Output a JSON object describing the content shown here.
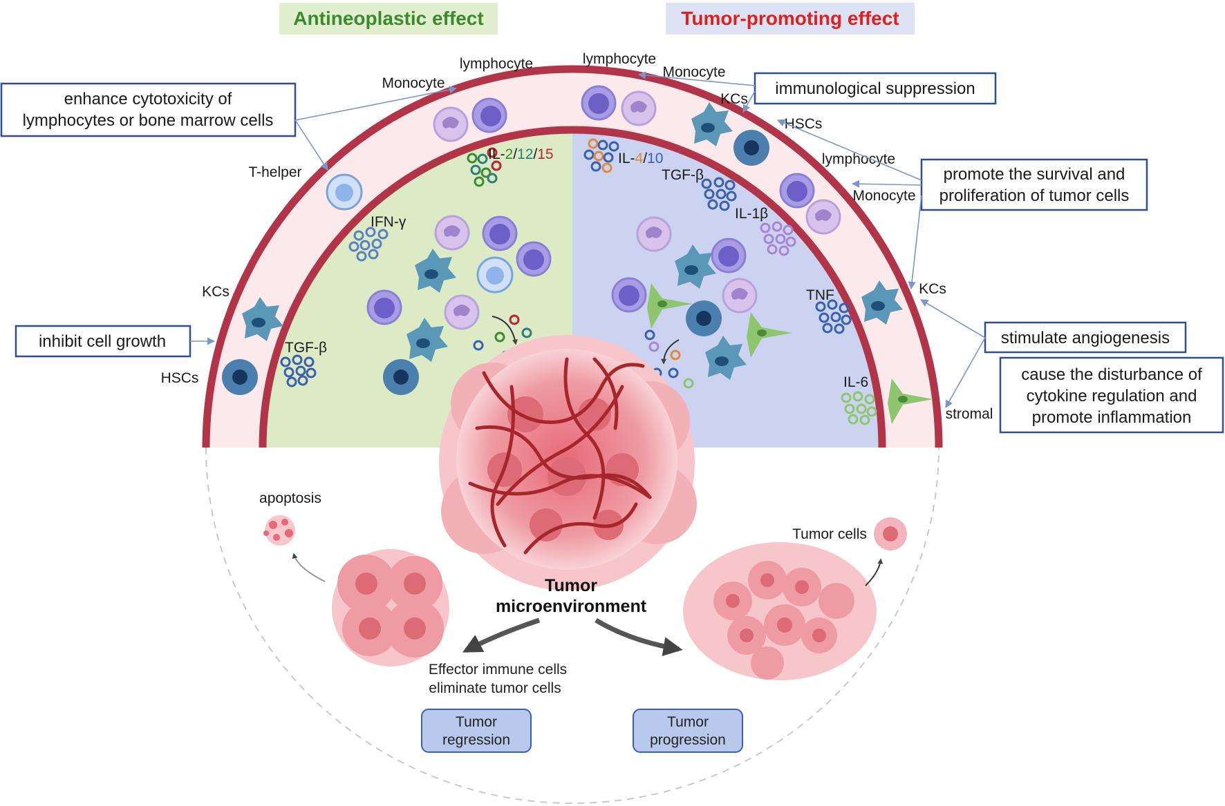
{
  "colors": {
    "antineoplastic_text": "#3a8a2e",
    "antineoplastic_bg": "#e2efcf",
    "tumor_promoting_text": "#e0201b",
    "tumor_promoting_bg": "#dde3f5",
    "membrane": "#b23448",
    "membrane_fill": "#fbe9ec",
    "left_interior": "#dcebc6",
    "right_interior": "#cbd3f0",
    "box_border": "#2e4c9a",
    "arrow": "#7b95c9",
    "pill_fill": "#b9c9ee",
    "tumor": "#e9808a"
  },
  "headers": {
    "left": "Antineoplastic effect",
    "right": "Tumor-promoting effect"
  },
  "boxes": {
    "enhance": [
      "enhance cytotoxicity of",
      "lymphocytes or bone marrow cells"
    ],
    "inhibit": "inhibit cell growth",
    "immuno": "immunological suppression",
    "promote": [
      "promote the survival and",
      "proliferation of tumor cells"
    ],
    "angio": "stimulate angiogenesis",
    "disturb": [
      "cause the disturbance of",
      "cytokine regulation and",
      "promote inflammation"
    ]
  },
  "cells": {
    "monocyte_left": "Monocyte",
    "lymphocyte_left": "lymphocyte",
    "lymphocyte_top_right": "lymphocyte",
    "monocyte_top_right": "Monocyte",
    "kcs_top": "KCs",
    "hscs_top": "HSCs",
    "lymphocyte_right": "lymphocyte",
    "monocyte_right": "Monocyte",
    "t_helper": "T-helper",
    "kcs_left": "KCs",
    "hscs_left": "HSCs",
    "kcs_right": "KCs",
    "stromal": "stromal"
  },
  "cytokines": {
    "il2_prefix": "IL-",
    "il2_a": "2",
    "il2_b": "12",
    "il2_c": "15",
    "il4_prefix": "IL-",
    "il4_a": "4",
    "il4_b": "10",
    "ifn": "IFN-γ",
    "tgf_left": "TGF-β",
    "tgf_right": "TGF-β",
    "il1b": "IL-1β",
    "tnf": "TNF",
    "il6": "IL-6"
  },
  "bottom": {
    "apoptosis": "apoptosis",
    "tumor_cells": "Tumor cells",
    "center_title_1": "Tumor",
    "center_title_2": "microenvironment",
    "effector_1": "Effector immune cells",
    "effector_2": "eliminate tumor cells",
    "regression_1": "Tumor",
    "regression_2": "regression",
    "progression_1": "Tumor",
    "progression_2": "progression"
  }
}
